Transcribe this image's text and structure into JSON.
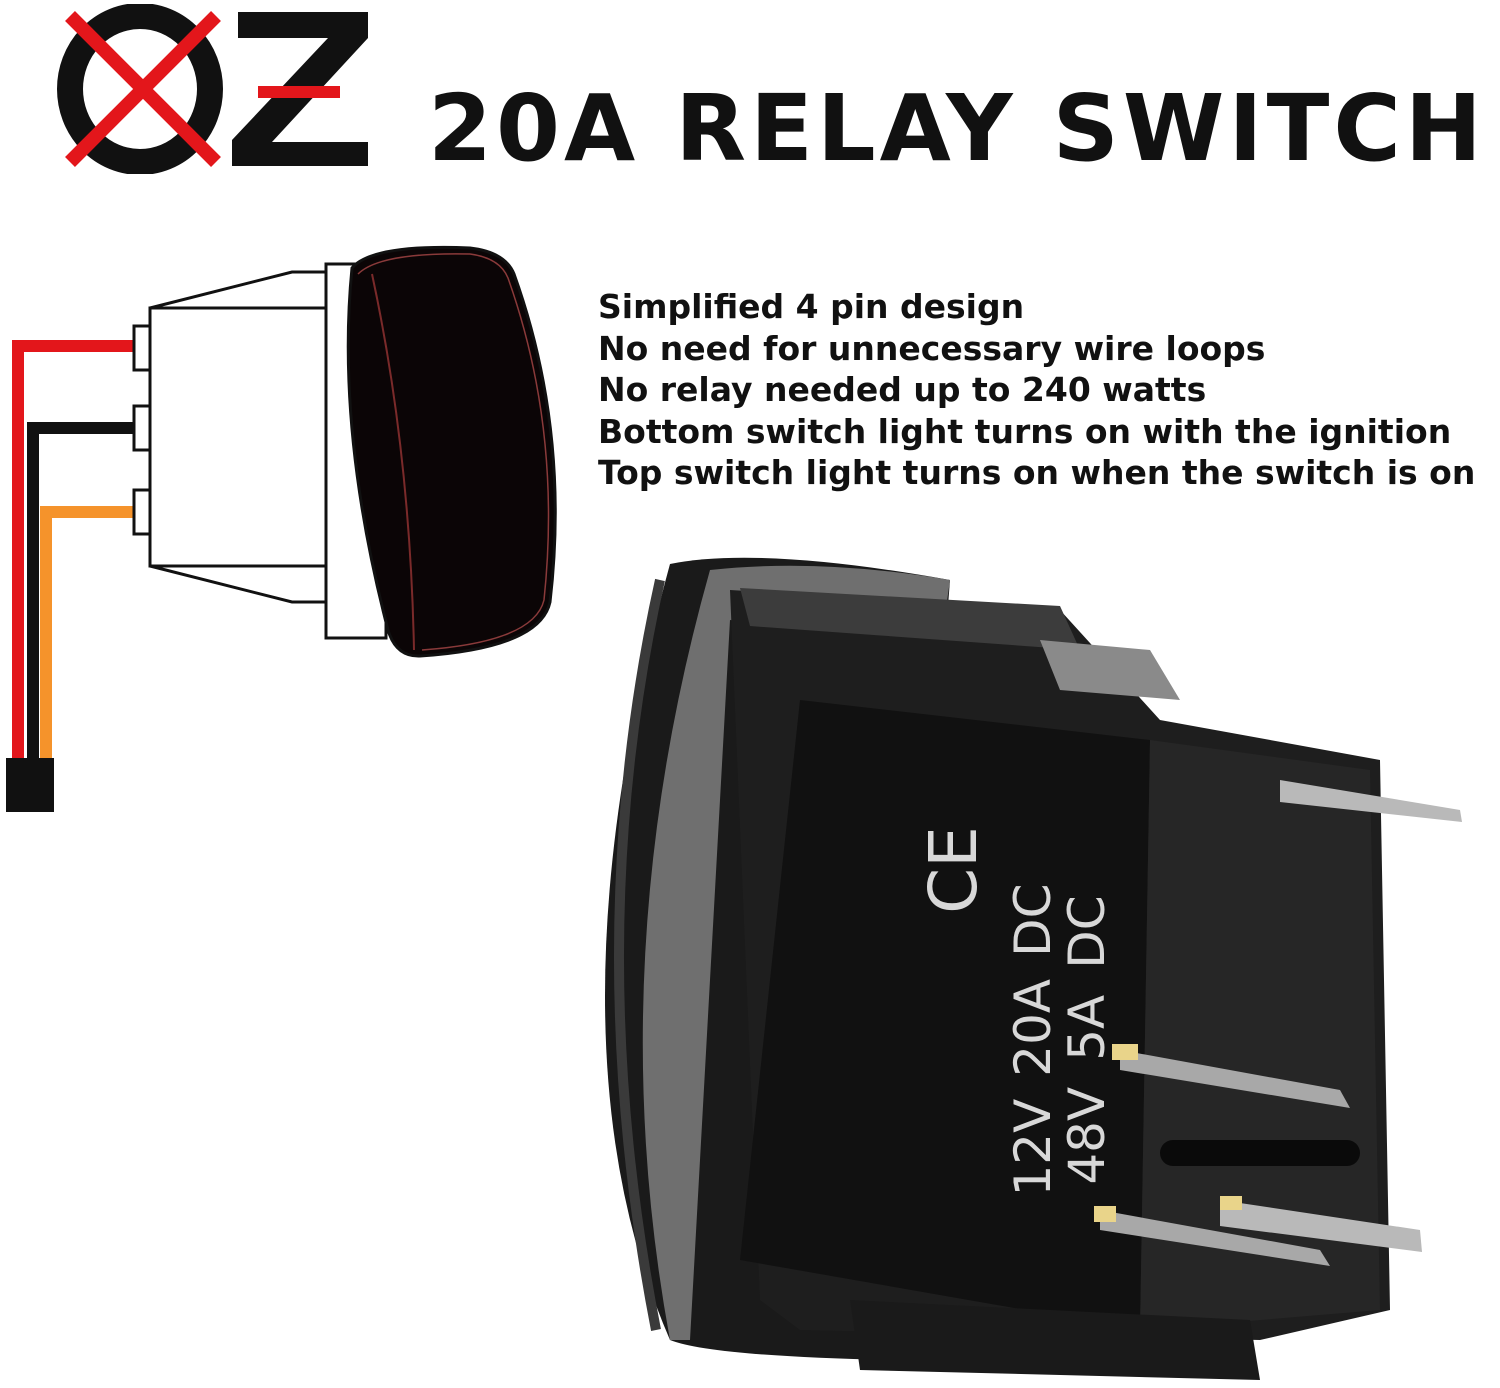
{
  "brand": {
    "name": "OZ",
    "colors": {
      "x_mark": "#e3161b",
      "letters": "#111111"
    }
  },
  "title": "20A RELAY SWITCH",
  "features": [
    "Simplified 4 pin design",
    "No need for unnecessary wire loops",
    "No relay needed up to 240 watts",
    "Bottom switch light turns on with the ignition",
    "Top switch light turns on when the switch is on"
  ],
  "wiring": {
    "wire_colors": [
      "#e3161b",
      "#111111",
      "#f5932b"
    ]
  },
  "switch_markings": {
    "ce": "CE",
    "line1": [
      "12V",
      "20A",
      "DC"
    ],
    "line2": [
      "48V",
      "5A",
      "DC"
    ]
  }
}
